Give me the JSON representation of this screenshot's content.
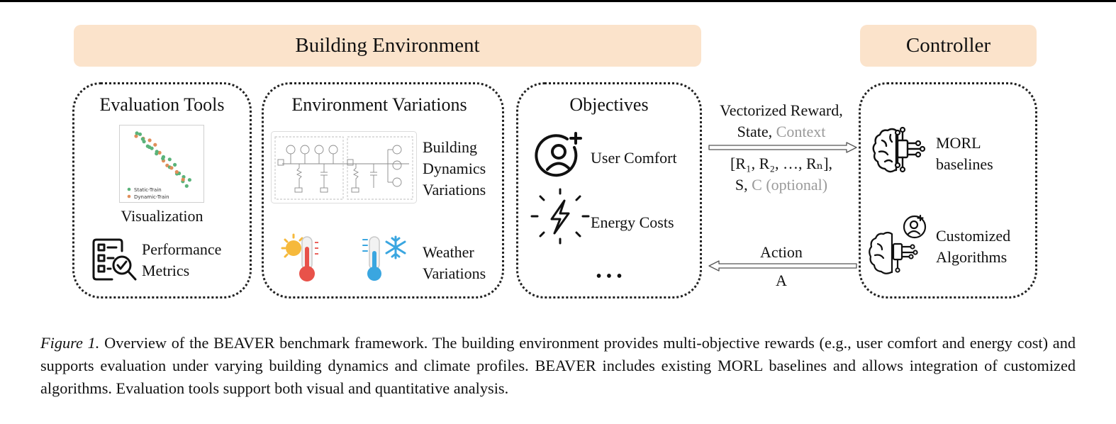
{
  "banners": {
    "building_environment": "Building Environment",
    "controller": "Controller"
  },
  "evaluation_tools": {
    "title": "Evaluation Tools",
    "plot_legend": [
      "Static-Train",
      "Dynamic-Train"
    ],
    "visualization_label": "Visualization",
    "metrics_label_line1": "Performance",
    "metrics_label_line2": "Metrics"
  },
  "environment_variations": {
    "title": "Environment Variations",
    "dynamics_label": [
      "Building",
      "Dynamics",
      "Variations"
    ],
    "weather_label": [
      "Weather",
      "Variations"
    ]
  },
  "objectives": {
    "title": "Objectives",
    "user_comfort": "User Comfort",
    "energy_costs": "Energy Costs",
    "more": "• • •"
  },
  "reward_arrow": {
    "line1": "Vectorized Reward,",
    "line2_state": "State, ",
    "line2_context": "Context",
    "line3": "[R₁, R₂, …, Rₙ],",
    "line4_s": "S, ",
    "line4_c": "C (optional)"
  },
  "action_arrow": {
    "label": "Action",
    "symbol": "A"
  },
  "controller": {
    "morl_line1": "MORL",
    "morl_line2": "baselines",
    "custom_line1": "Customized",
    "custom_line2": "Algorithms"
  },
  "colors": {
    "banner": "#fbe3cb",
    "static_train": "#5ab37a",
    "dynamic_train": "#e08e5a",
    "grey_text": "#9a9a9a",
    "thermo_red": "#e8524a",
    "thermo_blue": "#3aa6e0",
    "sun": "#f6b93b"
  },
  "caption": {
    "label": "Figure 1.",
    "text": " Overview of the BEAVER benchmark framework.  The building environment provides multi-objective rewards (e.g., user comfort and energy cost) and supports evaluation under varying building dynamics and climate profiles. BEAVER includes existing MORL baselines and allows integration of customized algorithms. Evaluation tools support both visual and quantitative analysis."
  }
}
